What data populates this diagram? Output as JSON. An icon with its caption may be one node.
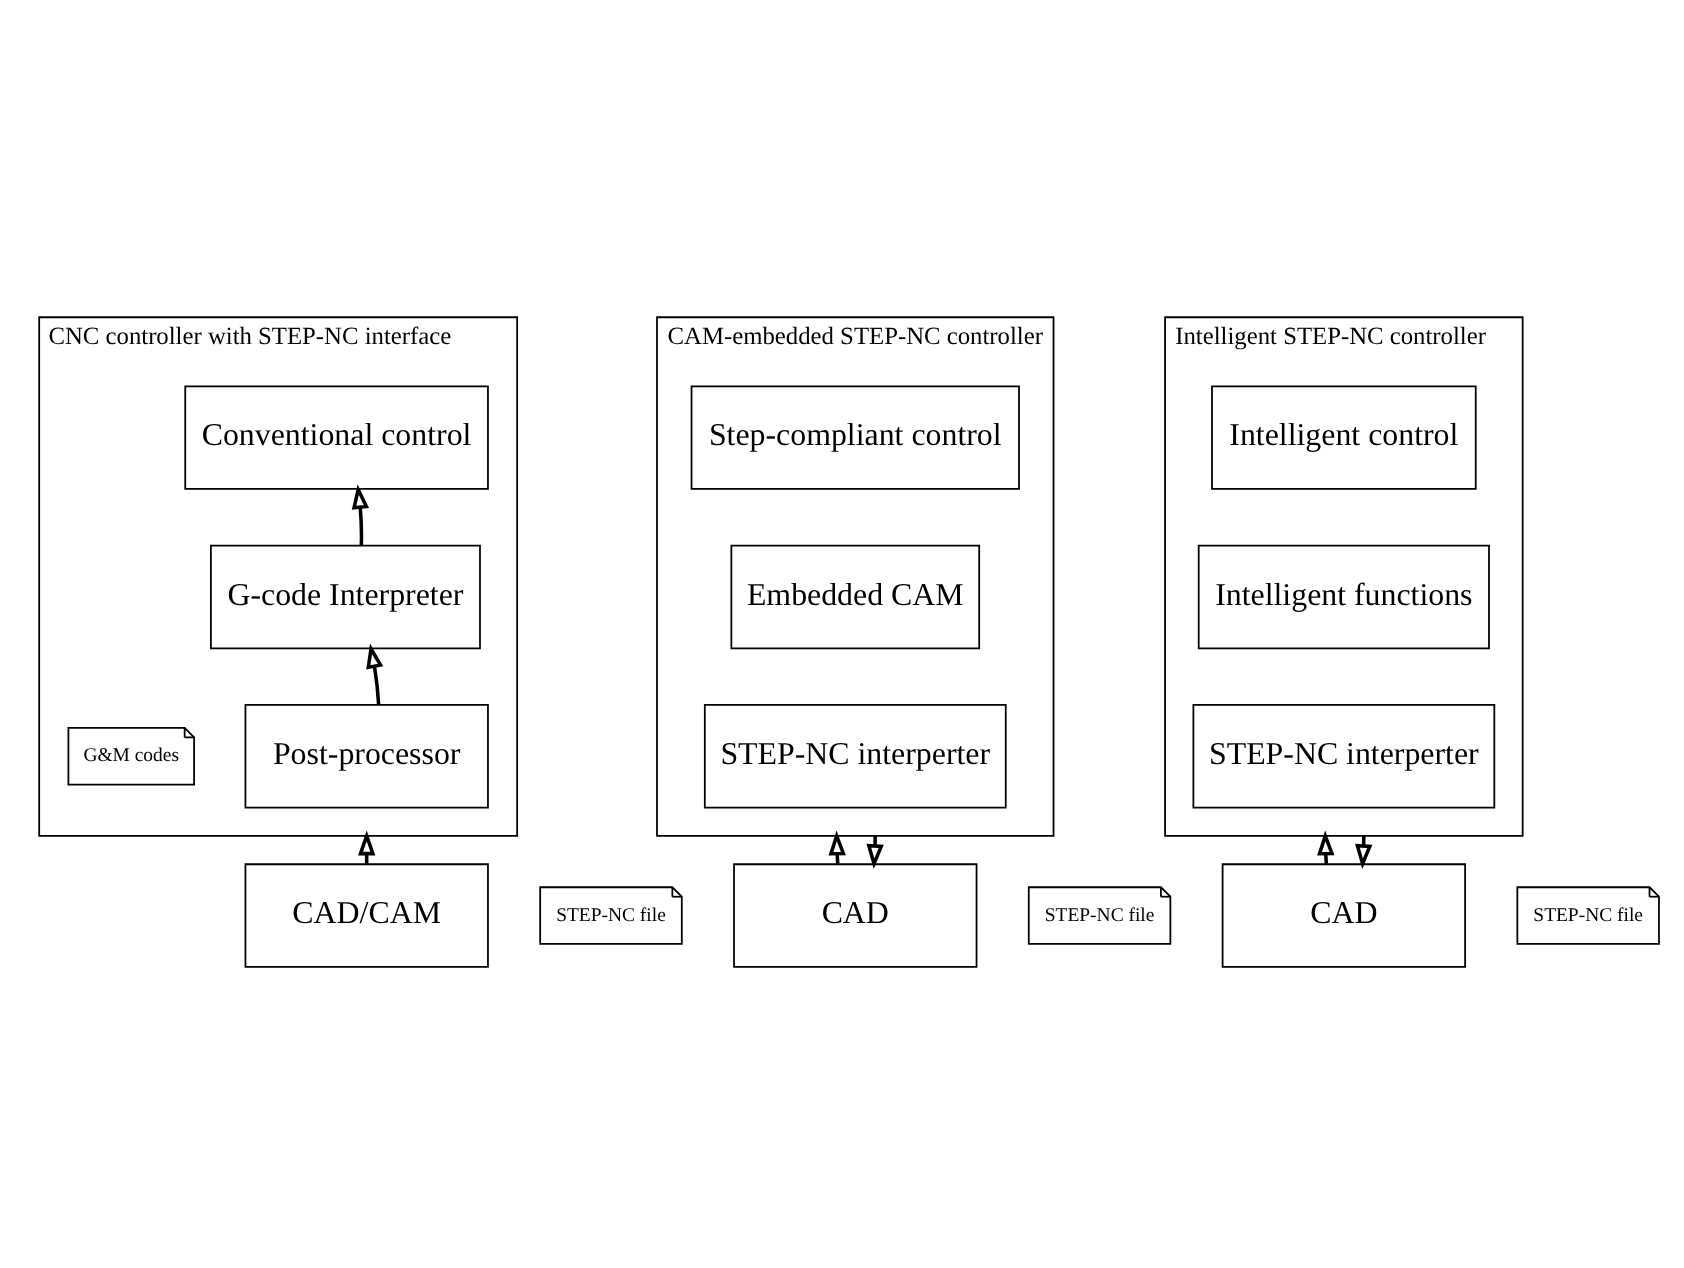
{
  "diagram": {
    "nodes": [
      {
        "text": [
          "CNC controller with STEP-NC interface"
        ]
      },
      {
        "text": [
          "Conventional control"
        ],
        "in": 0
      },
      {
        "text": [
          "G-code Interpreter"
        ],
        "in": 0
      },
      {
        "text": [
          "G&M codes"
        ],
        "in": 0
      },
      {
        "text": [
          "Post-processor"
        ],
        "in": 0
      },
      {
        "text": [
          "STEP-NC file"
        ]
      },
      {
        "text": [
          "CAD/CAM"
        ]
      },
      {
        "text": [
          "CAM-embedded STEP-NC controller"
        ]
      },
      {
        "text": [
          "Step-compliant control"
        ],
        "in": 7
      },
      {
        "text": [
          "Embedded CAM"
        ],
        "in": 7
      },
      {
        "text": [
          "STEP-NC interperter"
        ],
        "in": 7
      },
      {
        "text": [
          "STEP-NC file"
        ]
      },
      {
        "text": [
          "CAD"
        ]
      },
      {
        "text": [
          "Intelligent STEP-NC controller"
        ]
      },
      {
        "text": [
          "Intelligent control"
        ],
        "in": 13
      },
      {
        "text": [
          "Intelligent functions"
        ],
        "in": 13
      },
      {
        "text": [
          "STEP-NC interperter"
        ],
        "in": 13
      },
      {
        "text": [
          "STEP-NC file"
        ]
      },
      {
        "text": [
          "CAD"
        ]
      }
    ],
    "edges": [
      {
        "from": 2,
        "to": 1,
        "arrow": "to"
      },
      {
        "from": 4,
        "to": 2,
        "arrow": "to"
      },
      {
        "from": 6,
        "to": 0,
        "arrow": "to"
      },
      {
        "from": 12,
        "to": 7,
        "arrow": "to"
      },
      {
        "from": 7,
        "to": 12,
        "arrow": "to"
      },
      {
        "from": 18,
        "to": 13,
        "arrow": "to"
      },
      {
        "from": 13,
        "to": 18,
        "arrow": "to"
      }
    ]
  }
}
